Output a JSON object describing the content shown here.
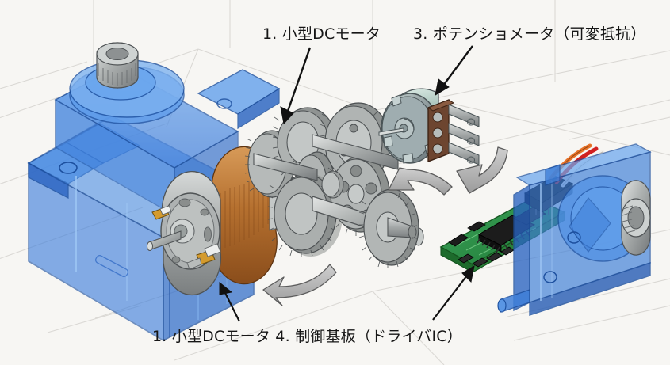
{
  "figure": {
    "type": "exploded-assembly-diagram",
    "subject": "RCサーボモータ 内部構造 分解図",
    "background_color": "#f7f6f3",
    "grid_color": "#d8d6d2",
    "text_color": "#161616"
  },
  "labels": {
    "motor_top": "1. 小型DCモータ",
    "potentiometer": "3. ポテンショメータ（可変抵抗）",
    "bottom_combined": "1. 小型DCモータ  4. 制御基板（ドライバIC）",
    "bottom_motor": "1. 小型DCモータ",
    "bottom_board": "4. 制御基板（ドライバIC）"
  },
  "numbered_parts": [
    {
      "number": "1",
      "name": "小型DCモータ"
    },
    {
      "number": "3",
      "name": "ポテンショメータ（可変抵抗）"
    },
    {
      "number": "4",
      "name": "制御基板（ドライバIC）"
    }
  ],
  "components": [
    {
      "id": "servo-case-front",
      "name": "サーボケース（前側・半透明ブルー）",
      "color": "#2f6fd0",
      "accent": "#7fb2ee"
    },
    {
      "id": "output-spline-top",
      "name": "出力スプライン軸",
      "color": "#b9bcb9"
    },
    {
      "id": "dc-motor",
      "name": "小型DCモータ",
      "color": "#9a9d9e",
      "winding_color": "#b5702f"
    },
    {
      "id": "gear-train",
      "name": "減速ギアトレイン",
      "color": "#9b9e9c"
    },
    {
      "id": "potentiometer",
      "name": "ポテンショメータ（可変抵抗）",
      "body_color": "#8e9a9c",
      "terminal_color": "#6d4530"
    },
    {
      "id": "control-board",
      "name": "制御基板（ドライバIC）",
      "color": "#2f8f45",
      "ic_color": "#1c1c1c",
      "wire_colors": [
        "#e8732a",
        "#d02020",
        "#f2f0ec"
      ]
    },
    {
      "id": "servo-case-back",
      "name": "サーボケース（後側・半透明ブルー）",
      "color": "#3f7fd8"
    }
  ],
  "annotations": {
    "leader_arrows": [
      {
        "id": "leader-motor-top",
        "from": "1. 小型DCモータ",
        "to": "gear-train",
        "color": "#111111"
      },
      {
        "id": "leader-pot",
        "from": "3. ポテンショメータ（可変抵抗）",
        "to": "potentiometer",
        "color": "#111111"
      },
      {
        "id": "leader-bottom-motor",
        "from": "1. 小型DCモータ",
        "to": "dc-motor",
        "color": "#111111"
      },
      {
        "id": "leader-bottom-board",
        "from": "4. 制御基板（ドライバIC）",
        "to": "control-board",
        "color": "#111111"
      }
    ],
    "flow_arrows": [
      {
        "id": "flow-arrow-left",
        "direction": "up-left",
        "color": "#a9a9a9"
      },
      {
        "id": "flow-arrow-up",
        "direction": "up-left",
        "color": "#a9a9a9"
      },
      {
        "id": "flow-arrow-down",
        "direction": "down-right",
        "color": "#a9a9a9"
      }
    ]
  }
}
